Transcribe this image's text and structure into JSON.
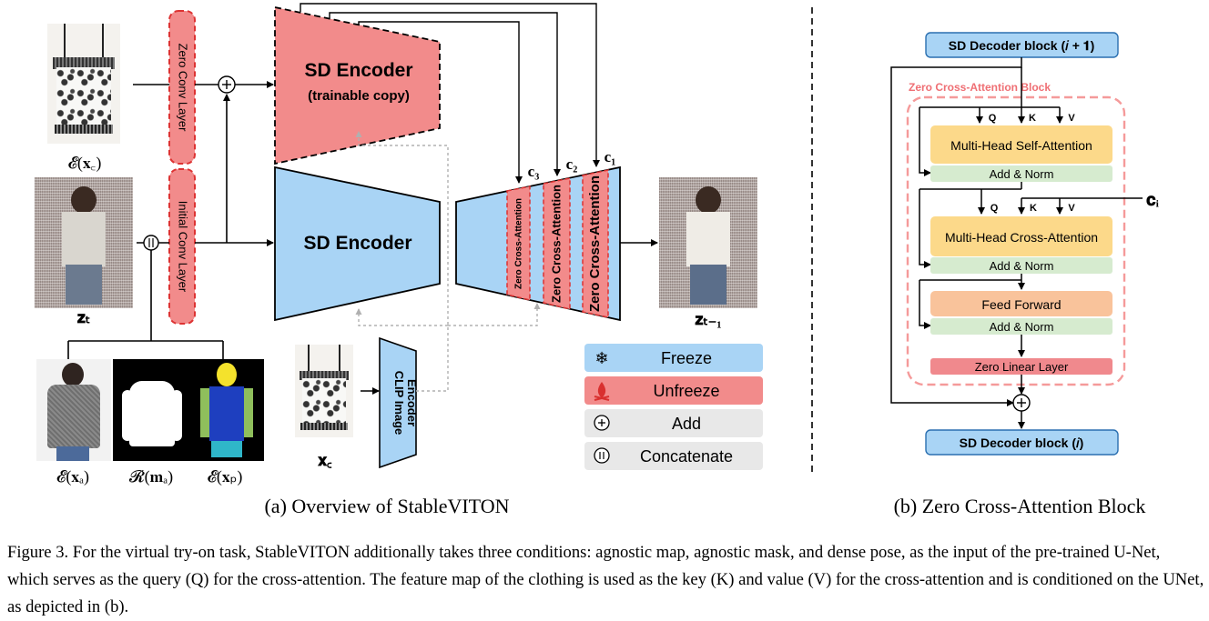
{
  "panel_a": {
    "caption": "(a) Overview of StableVITON",
    "zero_conv_label": "Zero Conv Layer",
    "initial_conv_label": "Initial Conv Layer",
    "encoder_trainable_title": "SD Encoder",
    "encoder_trainable_sub": "(trainable copy)",
    "encoder_frozen_title": "SD Encoder",
    "clip_label_1": "CLIP Image",
    "clip_label_2": "Encoder",
    "zero_ca_small": "Zero Cross-Attention",
    "zero_ca_mid": "Zero Cross-Attention",
    "zero_ca_large": "Zero Cross-Attention",
    "c3": "c₃",
    "c2": "c₂",
    "c1": "c₁",
    "lbl_exc": "𝓔(𝐱꜀)",
    "lbl_zt": "𝐳ₜ",
    "lbl_zt1": "𝐳ₜ₋₁",
    "lbl_exa": "𝓔(𝐱ₐ)",
    "lbl_rma": "𝓡(𝐦ₐ)",
    "lbl_exp": "𝓔(𝐱ₚ)",
    "lbl_xc": "𝐱꜀"
  },
  "legend": {
    "freeze": "Freeze",
    "unfreeze": "Unfreeze",
    "add": "Add",
    "concatenate": "Concatenate",
    "freeze_icon": "snowflake-icon",
    "unfreeze_icon": "fire-icon",
    "add_icon": "circled-plus-icon",
    "concat_icon": "circled-parallel-icon"
  },
  "panel_b": {
    "caption": "(b) Zero Cross-Attention Block",
    "decoder_top": "SD Decoder block (𝑖 + 𝟏)",
    "decoder_bottom": "SD Decoder block (𝑖)",
    "block_title": "Zero Cross-Attention Block",
    "mhsa": "Multi-Head Self-Attention",
    "mhca": "Multi-Head Cross-Attention",
    "ff": "Feed Forward",
    "addnorm1": "Add & Norm",
    "addnorm2": "Add & Norm",
    "addnorm3": "Add & Norm",
    "zero_linear": "Zero Linear Layer",
    "q1": "Q",
    "k1": "K",
    "v1": "V",
    "q2": "Q",
    "k2": "K",
    "v2": "V",
    "ci": "𝐜ᵢ"
  },
  "figure_caption": "Figure 3. For the virtual try-on task, StableVITON additionally takes three conditions: agnostic map, agnostic mask, and dense pose, as the input of the pre-trained U-Net, which serves as the query (Q) for the cross-attention. The feature map of the clothing is used as the key (K) and value (V) for the cross-attention and is conditioned on the UNet, as depicted in (b).",
  "colors": {
    "freeze_blue": "#a9d4f5",
    "unfreeze_red": "#f28b8b",
    "attention_orange": "#fcd98a",
    "feedforward_orange": "#f9c39b",
    "addnorm_green": "#d6ebcf",
    "zero_linear_red": "#f0898d"
  }
}
